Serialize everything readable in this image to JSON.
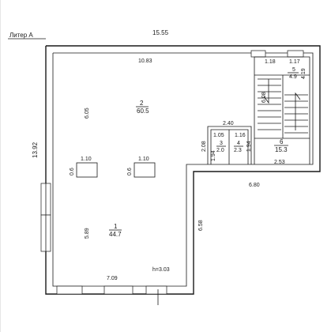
{
  "header": {
    "litera": "Литер А",
    "overall_width": "15.55",
    "overall_height": "13.92"
  },
  "rooms": [
    {
      "number": "1",
      "area": "44.7"
    },
    {
      "number": "2",
      "area": "60.5"
    },
    {
      "number": "3",
      "area": "2.0"
    },
    {
      "number": "4",
      "area": "2.3"
    },
    {
      "number": "5",
      "area": "4.9"
    },
    {
      "number": "6",
      "area": "15.3"
    }
  ],
  "dimensions": {
    "d1083": "10.83",
    "d118": "1.18",
    "d117": "1.17",
    "d419": "4.19",
    "d605": "6.05",
    "d608": "6.08",
    "d240": "2.40",
    "d105": "1.05",
    "d116": "1.16",
    "d208": "2.08",
    "d194a": "1.94",
    "d194b": "1.94",
    "d253": "2.53",
    "d110a": "1.10",
    "d110b": "1.10",
    "d06a": "0.6",
    "d06b": "0.6",
    "d680": "6.80",
    "d658": "6.58",
    "d589": "5.89",
    "d709": "7.09",
    "height": "h=3.03"
  }
}
